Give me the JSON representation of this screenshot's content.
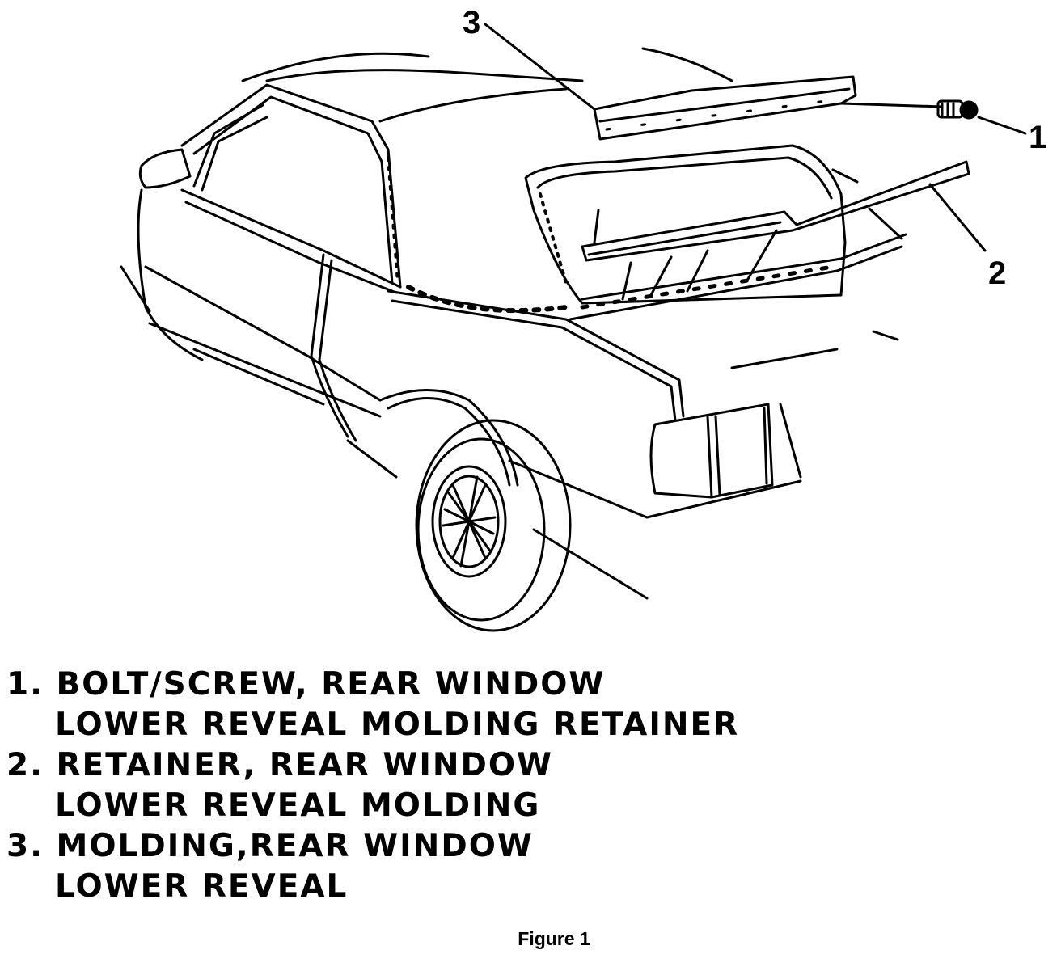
{
  "callouts": {
    "c1": "1",
    "c2": "2",
    "c3": "3"
  },
  "legend": [
    {
      "line1": "1. BOLT/SCREW, REAR WINDOW",
      "line2": "LOWER REVEAL MOLDING RETAINER"
    },
    {
      "line1": "2. RETAINER, REAR WINDOW",
      "line2": "LOWER REVEAL MOLDING"
    },
    {
      "line1": "3. MOLDING,REAR WINDOW",
      "line2": "LOWER REVEAL"
    }
  ],
  "caption": "Figure 1"
}
